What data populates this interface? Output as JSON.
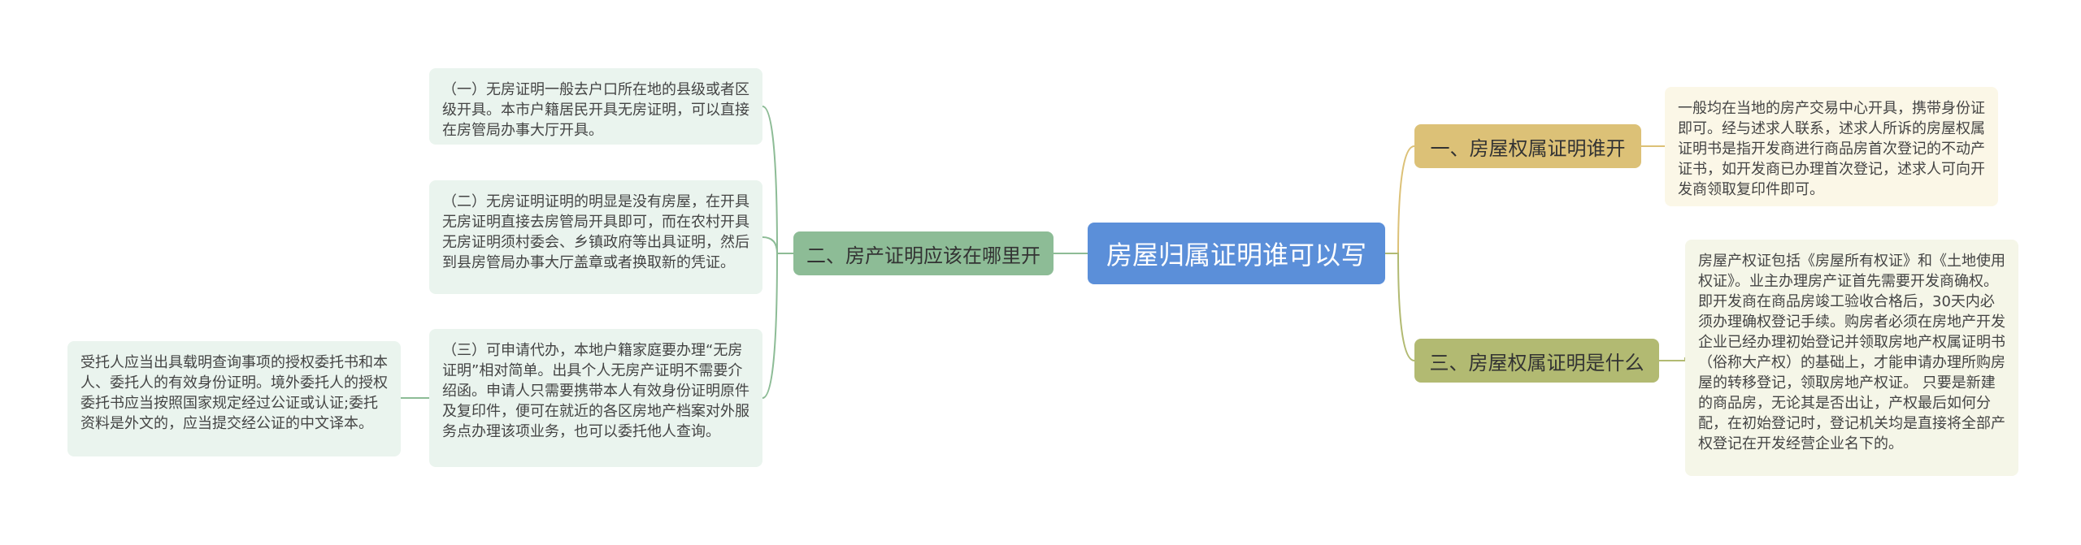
{
  "root": {
    "label": "房屋归属证明谁可以写"
  },
  "branches": [
    {
      "label": "一、房屋权属证明谁开"
    },
    {
      "label": "二、房产证明应该在哪里开"
    },
    {
      "label": "三、房屋权属证明是什么"
    }
  ],
  "leaves": {
    "b1_note": "一般均在当地的房产交易中心开具，携带身份证即可。经与述求人联系，述求人所诉的房屋权属证明书是指开发商进行商品房首次登记的不动产证书，如开发商已办理首次登记，述求人可向开发商领取复印件即可。",
    "b3_note": "房屋产权证包括《房屋所有权证》和《土地使用权证》。业主办理房产证首先需要开发商确权。即开发商在商品房竣工验收合格后，30天内必须办理确权登记手续。购房者必须在房地产开发企业已经办理初始登记并领取房地产权属证明书（俗称大产权）的基础上，才能申请办理所购房屋的转移登记，领取房地产权证。 只要是新建的商品房，无论其是否出让，产权最后如何分配，在初始登记时，登记机关均是直接将全部产权登记在开发经营企业名下的。",
    "b2_item1": "（一）无房证明一般去户口所在地的县级或者区级开具。本市户籍居民开具无房证明，可以直接在房管局办事大厅开具。",
    "b2_item2": "（二）无房证明证明的明显是没有房屋，在开具无房证明直接去房管局开具即可，而在农村开具无房证明须村委会、乡镇政府等出具证明，然后到县房管局办事大厅盖章或者换取新的凭证。",
    "b2_item3": "（三）可申请代办，本地户籍家庭要办理“无房证明”相对简单。出具个人无房产证明不需要介绍函。申请人只需要携带本人有效身份证明原件及复印件，便可在就近的各区房地产档案对外服务点办理该项业务，也可以委托他人查询。",
    "b2_item3_note": "受托人应当出具载明查询事项的授权委托书和本人、委托人的有效身份证明。境外委托人的授权委托书应当按照国家规定经过公证或认证;委托资料是外文的，应当提交经公证的中文译本。"
  },
  "colors": {
    "root": "#5b8fd9",
    "branch1": "#dcc177",
    "branch2": "#8dbc96",
    "branch3": "#b2ba72",
    "edge1": "#dcc177",
    "edge2": "#8dbc96",
    "edge3": "#b2ba72"
  }
}
